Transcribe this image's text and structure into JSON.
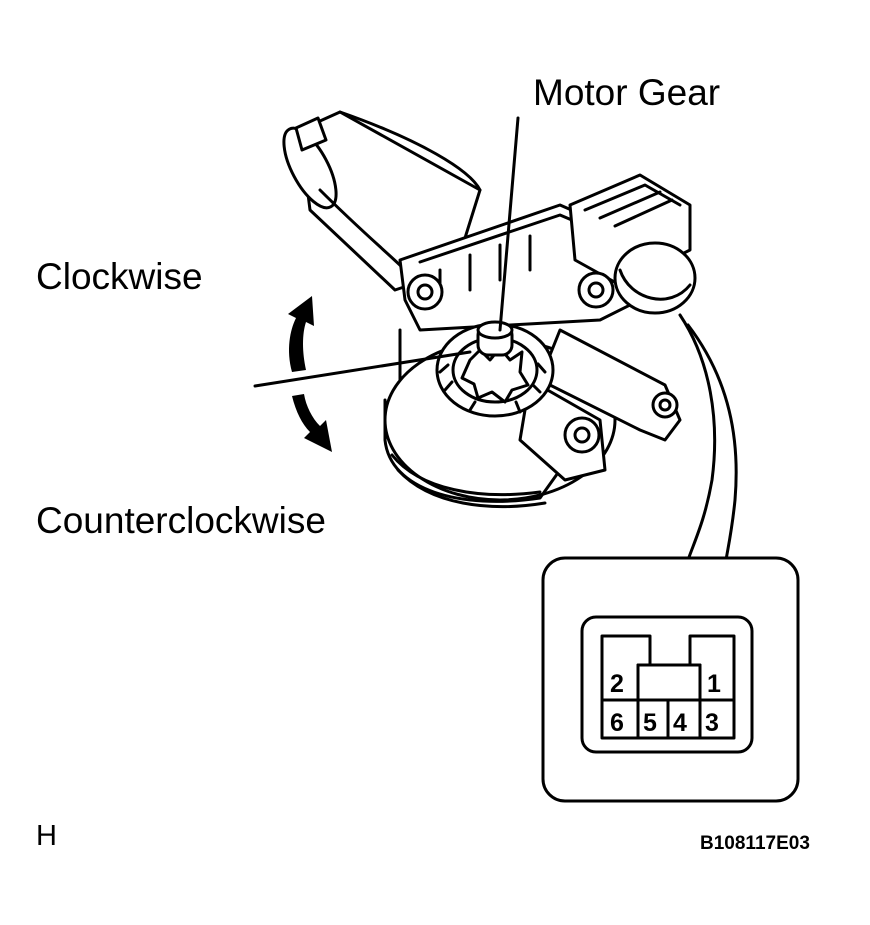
{
  "labels": {
    "motor_gear": "Motor Gear",
    "clockwise": "Clockwise",
    "counterclockwise": "Counterclockwise",
    "view_letter": "H",
    "figure_code": "B108117E03"
  },
  "connector": {
    "top_row": [
      "2",
      "1"
    ],
    "bottom_row": [
      "6",
      "5",
      "4",
      "3"
    ]
  },
  "colors": {
    "line": "#000000",
    "background": "#ffffff"
  }
}
